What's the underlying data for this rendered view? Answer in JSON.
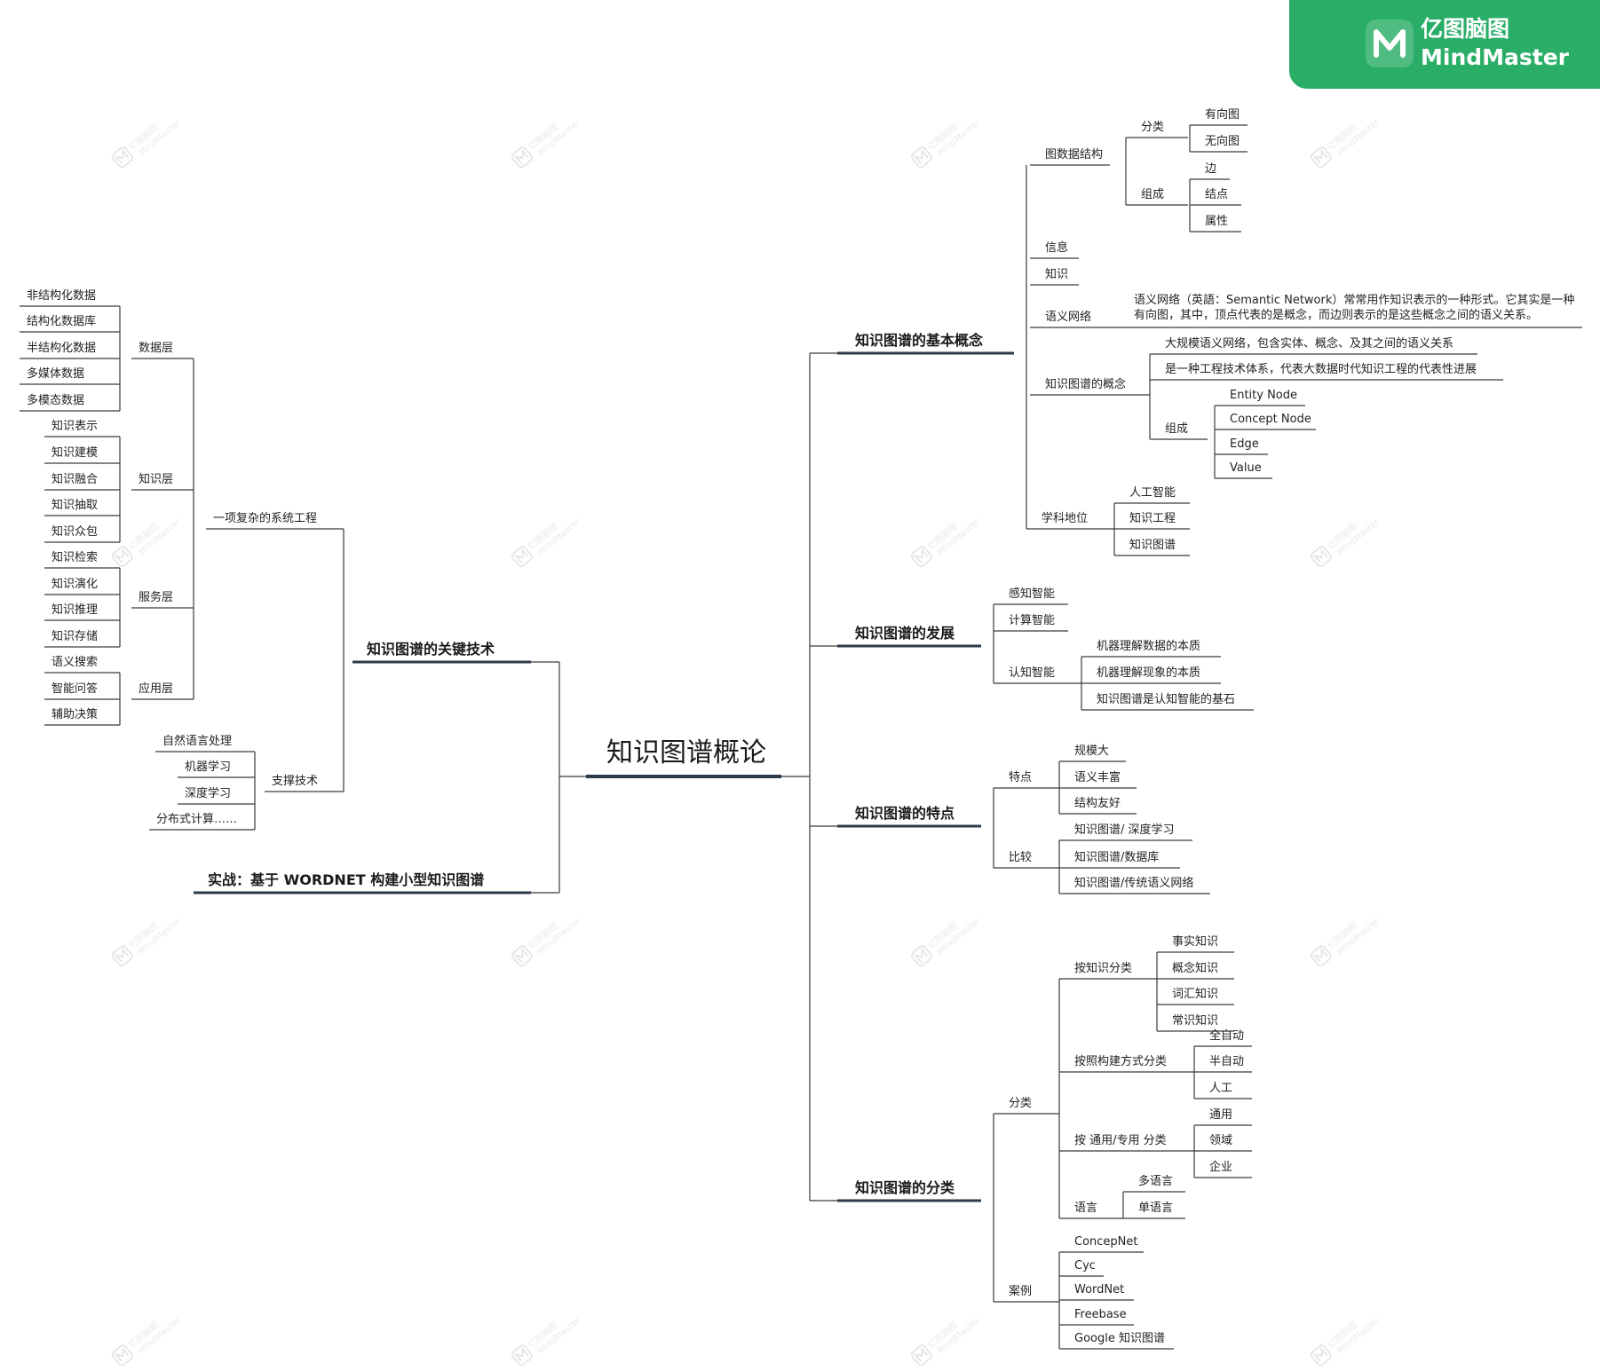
{
  "brand": {
    "name_cn": "亿图脑图",
    "name_en": "MindMaster",
    "color": "#2aae67"
  },
  "watermark": {
    "text_cn": "亿图脑图",
    "text_en": "MindMaster"
  },
  "colors": {
    "line": "#2b3a4a",
    "thin_line": "#3a3a3a",
    "text": "#222222"
  },
  "mindmap": {
    "root": "知识图谱概论",
    "right": [
      {
        "label": "知识图谱的基本概念",
        "children": [
          {
            "label": "图数据结构",
            "children": [
              {
                "label": "分类",
                "children": [
                  {
                    "label": "有向图"
                  },
                  {
                    "label": "无向图"
                  }
                ]
              },
              {
                "label": "组成",
                "children": [
                  {
                    "label": "边"
                  },
                  {
                    "label": "结点"
                  },
                  {
                    "label": "属性"
                  }
                ]
              }
            ]
          },
          {
            "label": "信息"
          },
          {
            "label": "知识"
          },
          {
            "label": "语义网络",
            "children": [
              {
                "label": "语义网络（英語：Semantic Network）常常用作知识表示的一种形式。它其实是一种有向图，其中，顶点代表的是概念，而边则表示的是这些概念之间的语义关系。"
              }
            ]
          },
          {
            "label": "知识图谱的概念",
            "children": [
              {
                "label": "大规模语义网络，包含实体、概念、及其之间的语义关系"
              },
              {
                "label": "是一种工程技术体系，代表大数据时代知识工程的代表性进展"
              },
              {
                "label": "组成",
                "children": [
                  {
                    "label": "Entity Node"
                  },
                  {
                    "label": "Concept Node"
                  },
                  {
                    "label": "Edge"
                  },
                  {
                    "label": "Value"
                  }
                ]
              }
            ]
          },
          {
            "label": "学科地位",
            "children": [
              {
                "label": "人工智能"
              },
              {
                "label": "知识工程"
              },
              {
                "label": "知识图谱"
              }
            ]
          }
        ]
      },
      {
        "label": "知识图谱的发展",
        "children": [
          {
            "label": "感知智能"
          },
          {
            "label": "计算智能"
          },
          {
            "label": "认知智能",
            "children": [
              {
                "label": "机器理解数据的本质"
              },
              {
                "label": "机器理解现象的本质"
              },
              {
                "label": "知识图谱是认知智能的基石"
              }
            ]
          }
        ]
      },
      {
        "label": "知识图谱的特点",
        "children": [
          {
            "label": "特点",
            "children": [
              {
                "label": "规模大"
              },
              {
                "label": "语义丰富"
              },
              {
                "label": "结构友好"
              }
            ]
          },
          {
            "label": "比较",
            "children": [
              {
                "label": "知识图谱/ 深度学习"
              },
              {
                "label": "知识图谱/数据库"
              },
              {
                "label": "知识图谱/传统语义网络"
              }
            ]
          }
        ]
      },
      {
        "label": "知识图谱的分类",
        "children": [
          {
            "label": "分类",
            "children": [
              {
                "label": "按知识分类",
                "children": [
                  {
                    "label": "事实知识"
                  },
                  {
                    "label": "概念知识"
                  },
                  {
                    "label": "词汇知识"
                  },
                  {
                    "label": "常识知识"
                  }
                ]
              },
              {
                "label": "按照构建方式分类",
                "children": [
                  {
                    "label": "全自动"
                  },
                  {
                    "label": "半自动"
                  },
                  {
                    "label": "人工"
                  }
                ]
              },
              {
                "label": "按 通用/专用 分类",
                "children": [
                  {
                    "label": "通用"
                  },
                  {
                    "label": "领域"
                  },
                  {
                    "label": "企业"
                  }
                ]
              },
              {
                "label": "语言",
                "children": [
                  {
                    "label": "多语言"
                  },
                  {
                    "label": "单语言"
                  }
                ]
              }
            ]
          },
          {
            "label": "案例",
            "children": [
              {
                "label": "ConcepNet"
              },
              {
                "label": "Cyc"
              },
              {
                "label": "WordNet"
              },
              {
                "label": "Freebase"
              },
              {
                "label": "Google 知识图谱"
              }
            ]
          }
        ]
      }
    ],
    "left": [
      {
        "label": "知识图谱的关键技术",
        "children": [
          {
            "label": "一项复杂的系统工程",
            "children": [
              {
                "label": "数据层",
                "children": [
                  {
                    "label": "非结构化数据"
                  },
                  {
                    "label": "结构化数据库"
                  },
                  {
                    "label": "半结构化数据"
                  },
                  {
                    "label": "多媒体数据"
                  },
                  {
                    "label": "多模态数据"
                  }
                ]
              },
              {
                "label": "知识层",
                "children": [
                  {
                    "label": "知识表示"
                  },
                  {
                    "label": "知识建模"
                  },
                  {
                    "label": "知识融合"
                  },
                  {
                    "label": "知识抽取"
                  },
                  {
                    "label": "知识众包"
                  }
                ]
              },
              {
                "label": "服务层",
                "children": [
                  {
                    "label": "知识检索"
                  },
                  {
                    "label": "知识演化"
                  },
                  {
                    "label": "知识推理"
                  },
                  {
                    "label": "知识存储"
                  }
                ]
              },
              {
                "label": "应用层",
                "children": [
                  {
                    "label": "语义搜索"
                  },
                  {
                    "label": "智能问答"
                  },
                  {
                    "label": "辅助决策"
                  }
                ]
              }
            ]
          },
          {
            "label": "支撑技术",
            "children": [
              {
                "label": "自然语言处理"
              },
              {
                "label": "机器学习"
              },
              {
                "label": "深度学习"
              },
              {
                "label": "分布式计算……"
              }
            ]
          }
        ]
      },
      {
        "label": "实战：基于 WORDNET 构建小型知识图谱"
      }
    ]
  }
}
